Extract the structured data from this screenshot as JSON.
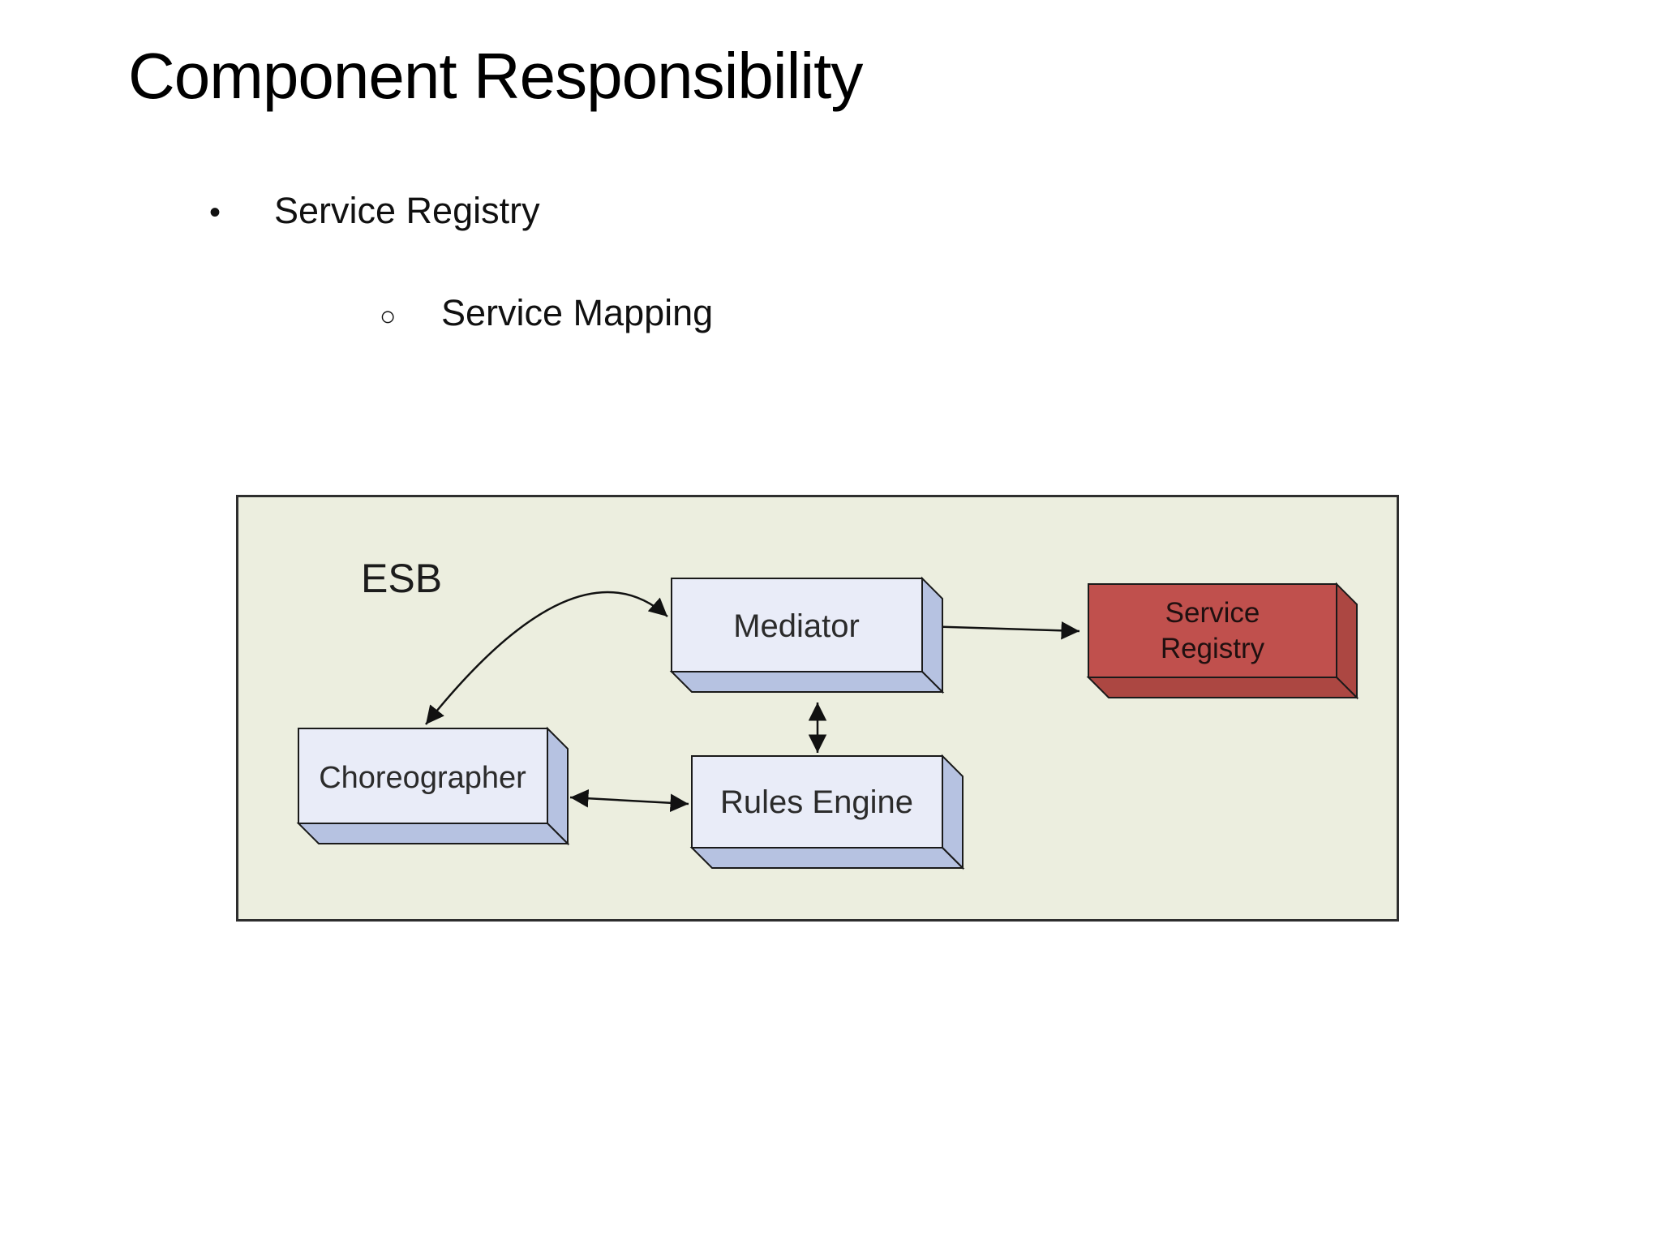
{
  "slide": {
    "title": "Component Responsibility",
    "bullets": [
      {
        "level": 1,
        "marker": "•",
        "text": "Service Registry"
      },
      {
        "level": 2,
        "marker": "○",
        "text": "Service Mapping"
      }
    ]
  },
  "diagram": {
    "container_label": "ESB",
    "colors": {
      "container_fill": "#eceedf",
      "container_border": "#2e2e2e",
      "node_face": "#e9ecf8",
      "node_side": "#b6c2e1",
      "registry_face": "#c0504d",
      "registry_side": "#ac4742",
      "arrow": "#111111"
    },
    "nodes": [
      {
        "id": "mediator",
        "label": "Mediator"
      },
      {
        "id": "service-registry",
        "label": "Service Registry",
        "line1": "Service",
        "line2": "Registry"
      },
      {
        "id": "choreographer",
        "label": "Choreographer"
      },
      {
        "id": "rules-engine",
        "label": "Rules Engine"
      }
    ],
    "edges": [
      {
        "from": "choreographer",
        "to": "mediator",
        "style": "curved",
        "bidirectional": true
      },
      {
        "from": "mediator",
        "to": "service-registry",
        "style": "straight",
        "bidirectional": false
      },
      {
        "from": "mediator",
        "to": "rules-engine",
        "style": "straight",
        "bidirectional": true
      },
      {
        "from": "choreographer",
        "to": "rules-engine",
        "style": "straight",
        "bidirectional": true
      }
    ]
  }
}
